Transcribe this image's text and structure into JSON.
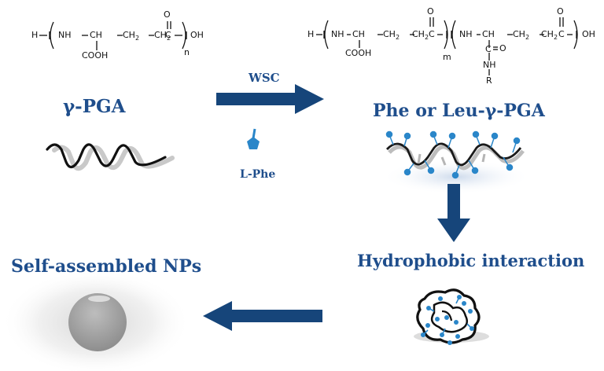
{
  "colors": {
    "title_blue": "#1f4e8c",
    "arrow_blue": "#16457a",
    "monomer_blue": "#2a86c9",
    "chain_gray": "#b8b8b8"
  },
  "left_formula": {
    "end_h": "H",
    "nh": "NH",
    "ch": "CH",
    "ch2a": "CH",
    "ch2b": "CH",
    "sub2": "2",
    "c": "C",
    "o": "O",
    "oh": "OH",
    "n": "n",
    "cooh": "COOH"
  },
  "right_formula": {
    "end_h": "H",
    "nh1": "NH",
    "ch1": "CH",
    "ch2a": "CH",
    "ch2b": "CH",
    "sub2": "2",
    "c1": "C",
    "o1": "O",
    "cooh": "COOH",
    "m": "m",
    "nh2": "NH",
    "ch2": "CH",
    "ch2c": "CH",
    "ch2d": "CH",
    "c2": "C",
    "o2": "O",
    "oh": "OH",
    "c_side": "C",
    "o_side": "O",
    "nh_side": "NH",
    "r": "R"
  },
  "labels": {
    "wsc": "WSC",
    "gamma_pga": "γ-PGA",
    "l_phe": "L-Phe",
    "phe_or_leu": "Phe or Leu-γ-PGA",
    "hydrophobic": "Hydrophobic interaction",
    "self_assembled": "Self-assembled NPs"
  }
}
